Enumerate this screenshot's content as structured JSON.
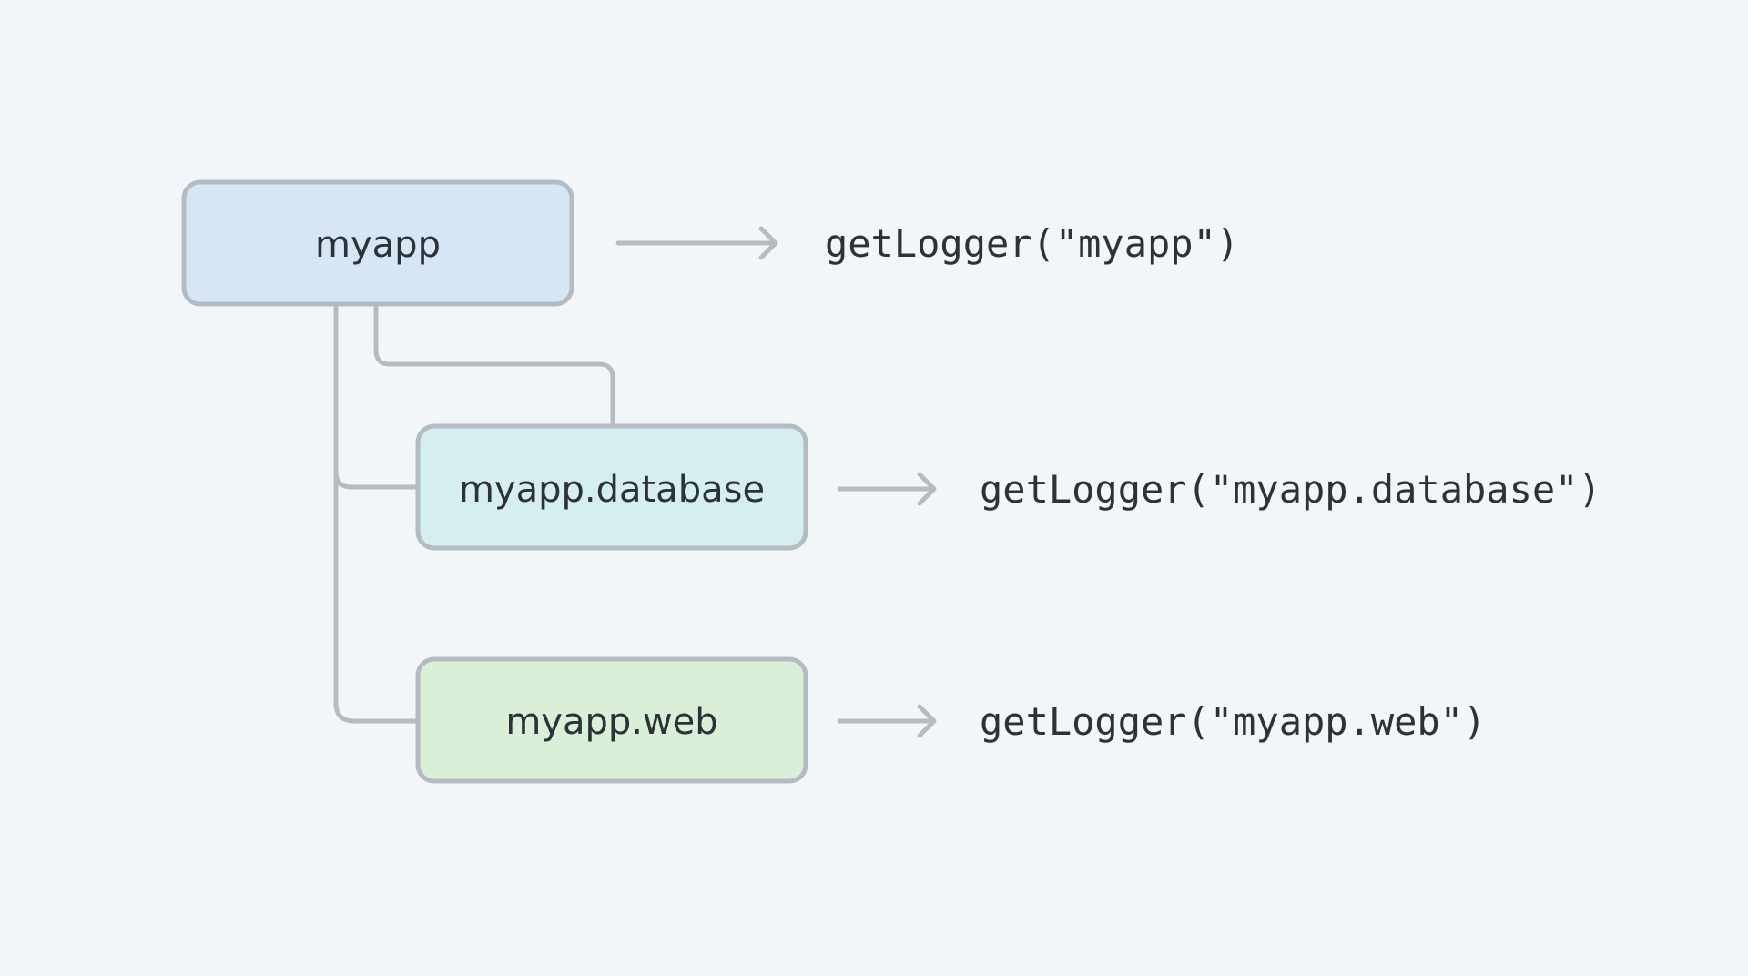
{
  "colors": {
    "background": "#f2f6f9",
    "border": "#b4bcc3",
    "root_fill": "#d6e6f4",
    "database_fill": "#d5eef0",
    "web_fill": "#d9efd8",
    "text": "#2d3238"
  },
  "nodes": [
    {
      "id": "root",
      "label": "myapp",
      "call": "getLogger(\"myapp\")"
    },
    {
      "id": "database",
      "label": "myapp.database",
      "call": "getLogger(\"myapp.database\")"
    },
    {
      "id": "web",
      "label": "myapp.web",
      "call": "getLogger(\"myapp.web\")"
    }
  ],
  "icons": {
    "arrow": "right-arrow-icon"
  }
}
